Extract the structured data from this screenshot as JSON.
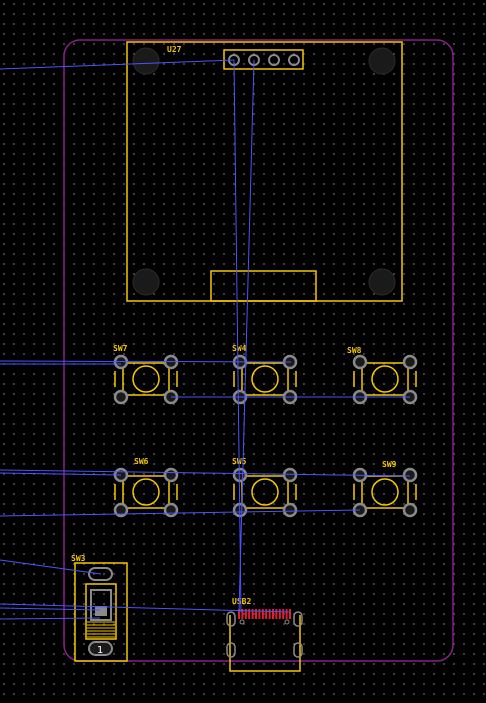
{
  "colors": {
    "background": "#000000",
    "grid_dot": "#6e6e6e",
    "board_outline": "#8a1f8a",
    "silkscreen": "#f5c800",
    "ratsnest": "#4a55ff",
    "pad": "#8a8a8a",
    "pad_highlight": "#e3202f"
  },
  "components": {
    "u27": {
      "ref": "U27"
    },
    "sw7": {
      "ref": "SW7"
    },
    "sw4": {
      "ref": "SW4"
    },
    "sw8": {
      "ref": "SW8"
    },
    "sw6": {
      "ref": "SW6"
    },
    "sw5": {
      "ref": "SW5"
    },
    "sw9": {
      "ref": "SW9"
    },
    "sw3": {
      "ref": "SW3",
      "pin_label": "1"
    },
    "usb2": {
      "ref": "USB2"
    }
  }
}
